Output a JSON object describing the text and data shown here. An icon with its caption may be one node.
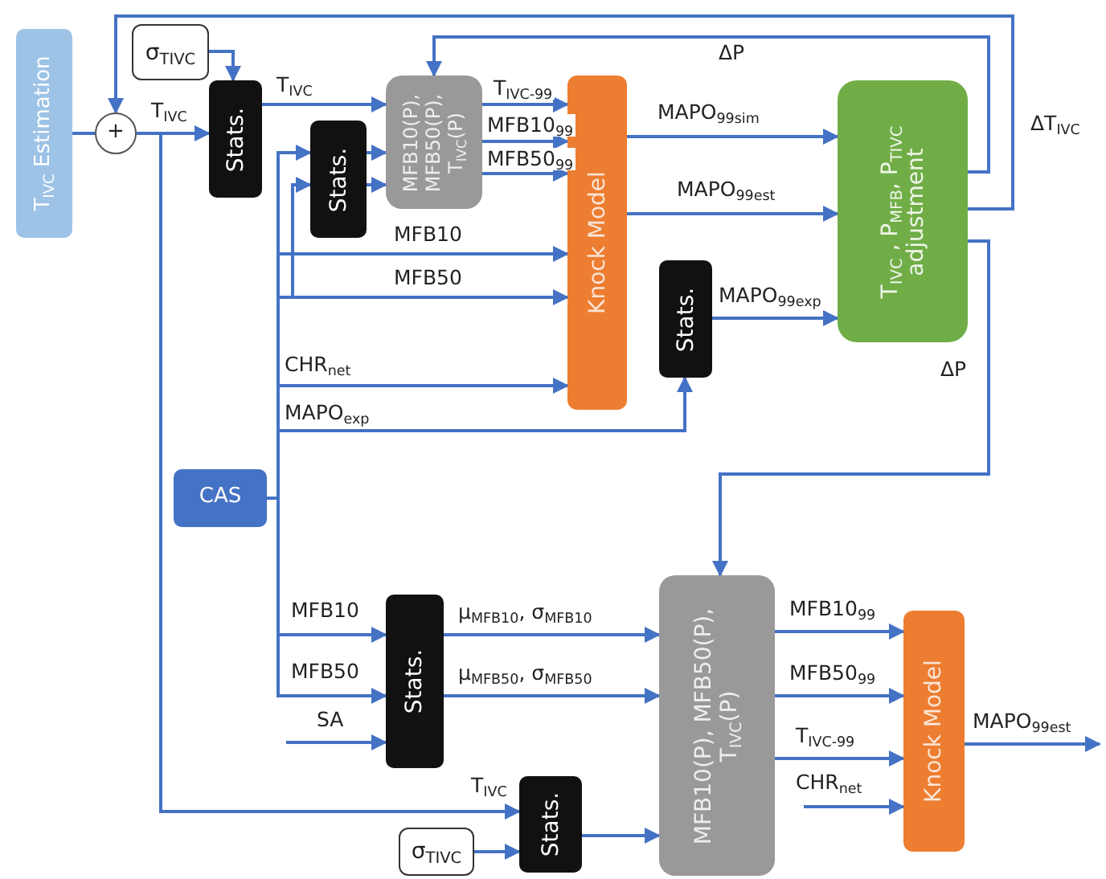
{
  "diagram": {
    "nodes": [
      {
        "text": [
          "T$_{IVC}$ Estimation"
        ]
      },
      {
        "text": [
          "+"
        ]
      },
      {
        "text": [
          "σ$_{TIVC}$"
        ]
      },
      {
        "text": [
          "Stats."
        ]
      },
      {
        "text": [
          "Stats."
        ]
      },
      {
        "text": [
          "MFB10(P), MFB50(P), T$_{IVC}$(P)"
        ]
      },
      {
        "text": [
          "Knock Model"
        ]
      },
      {
        "text": [
          "Stats."
        ]
      },
      {
        "text": [
          "T$_{IVC}$ , P$_{MFB}$, P$_{TIVC}$ adjustment"
        ]
      },
      {
        "text": [
          "CAS"
        ]
      },
      {
        "text": [
          "Stats."
        ]
      },
      {
        "text": [
          "Stats."
        ]
      },
      {
        "text": [
          "σ$_{TIVC}$"
        ]
      },
      {
        "text": [
          "MFB10(P), MFB50(P), T$_{IVC}$(P)"
        ]
      },
      {
        "text": [
          "Knock Model"
        ]
      }
    ],
    "edges": [
      {
        "from": 0,
        "to": 1,
        "arrow": "none"
      },
      {
        "from": 2,
        "to": 3,
        "arrow": "to"
      },
      {
        "from": 1,
        "to": 3,
        "arrow": "to",
        "label": "T$_{IVC}$"
      },
      {
        "from": 3,
        "to": 5,
        "arrow": "to",
        "label": "T$_{IVC}$"
      },
      {
        "from": 9,
        "to": 4,
        "arrow": "to"
      },
      {
        "from": 9,
        "to": 4,
        "arrow": "to"
      },
      {
        "from": 4,
        "to": 5,
        "arrow": "to"
      },
      {
        "from": 4,
        "to": 5,
        "arrow": "to"
      },
      {
        "from": 5,
        "to": 6,
        "arrow": "to",
        "label": "T$_{IVC-99}$"
      },
      {
        "from": 5,
        "to": 6,
        "arrow": "to",
        "label": "MFB10$_{99}$"
      },
      {
        "from": 5,
        "to": 6,
        "arrow": "to",
        "label": "MFB50$_{99}$"
      },
      {
        "from": 9,
        "to": 6,
        "arrow": "to",
        "label": "MFB10"
      },
      {
        "from": 9,
        "to": 6,
        "arrow": "to",
        "label": "MFB50"
      },
      {
        "from": 9,
        "to": 6,
        "arrow": "to",
        "label": "CHR$_{net}$"
      },
      {
        "from": 9,
        "to": 7,
        "arrow": "to",
        "label": "MAPO$_{exp}$"
      },
      {
        "from": 6,
        "to": 8,
        "arrow": "to",
        "label": "MAPO$_{99sim}$"
      },
      {
        "from": 6,
        "to": 8,
        "arrow": "to",
        "label": "MAPO$_{99est}$"
      },
      {
        "from": 7,
        "to": 8,
        "arrow": "to",
        "label": "MAPO$_{99exp}$"
      },
      {
        "from": 8,
        "to": 5,
        "arrow": "to",
        "label": "ΔP"
      },
      {
        "from": 8,
        "to": 1,
        "arrow": "to",
        "label": "ΔT$_{IVC}$"
      },
      {
        "from": 8,
        "to": 13,
        "arrow": "to",
        "label": "ΔP"
      },
      {
        "from": 9,
        "to": 10,
        "arrow": "to",
        "label": "MFB10"
      },
      {
        "from": 9,
        "to": 10,
        "arrow": "to",
        "label": "MFB50"
      },
      {
        "from": null,
        "to": 10,
        "arrow": "to",
        "label": "SA"
      },
      {
        "from": 10,
        "to": 13,
        "arrow": "to",
        "label": "μ$_{MFB10}$, σ$_{MFB10}$"
      },
      {
        "from": 10,
        "to": 13,
        "arrow": "to",
        "label": "μ$_{MFB50}$, σ$_{MFB50}$"
      },
      {
        "from": 1,
        "to": 11,
        "arrow": "to",
        "label": "T$_{IVC}$"
      },
      {
        "from": 12,
        "to": 11,
        "arrow": "to"
      },
      {
        "from": 11,
        "to": 13,
        "arrow": "to"
      },
      {
        "from": 13,
        "to": 14,
        "arrow": "to",
        "label": "MFB10$_{99}$"
      },
      {
        "from": 13,
        "to": 14,
        "arrow": "to",
        "label": "MFB50$_{99}$"
      },
      {
        "from": 13,
        "to": 14,
        "arrow": "to",
        "label": "T$_{IVC-99}$"
      },
      {
        "from": null,
        "to": 14,
        "arrow": "to",
        "label": "CHR$_{net}$"
      },
      {
        "from": 14,
        "to": null,
        "arrow": "to",
        "label": "MAPO$_{99est}$"
      }
    ]
  }
}
